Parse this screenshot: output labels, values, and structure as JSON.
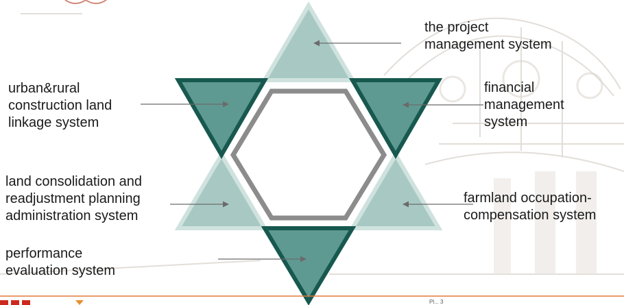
{
  "colors": {
    "dark_teal": "#5f9a92",
    "dark_teal_edge": "#17584f",
    "light_teal": "#a8c9c3",
    "light_teal_edge": "#cfe2de",
    "hexagon": "#8c8c8c",
    "arrow": "#6b6b6b",
    "footer_line": "#e07a3c",
    "logo_red": "#cc2a1e",
    "logo_orange": "#e89030"
  },
  "labels": {
    "project": [
      "the project",
      "management system"
    ],
    "financial": [
      "financial",
      "management",
      "system"
    ],
    "farmland": [
      "farmland occupation-",
      "compensation system"
    ],
    "urban_rural": [
      "urban&rural",
      "construction land",
      "linkage system"
    ],
    "land_consolidation": [
      "land consolidation and",
      "readjustment planning",
      "administration system"
    ],
    "performance": [
      "performance",
      "evaluation system"
    ]
  },
  "footer": {
    "right_text": "Pl...    3"
  }
}
